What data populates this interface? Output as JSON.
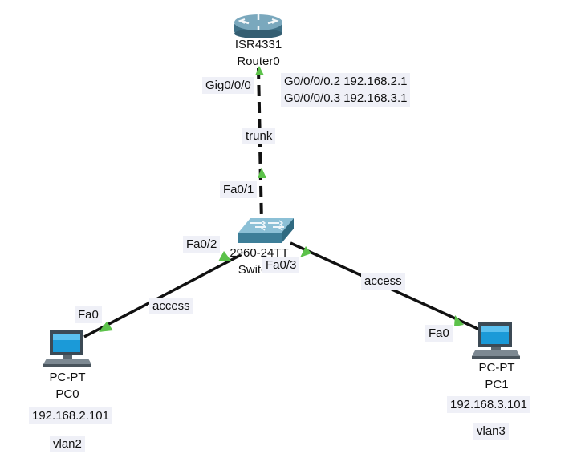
{
  "router": {
    "model": "ISR4331",
    "name": "Router0",
    "port": "Gig0/0/0",
    "subifs": [
      "G0/0/0/0.2 192.168.2.1",
      "G0/0/0/0.3 192.168.3.1"
    ]
  },
  "switch": {
    "model": "2960-24TT",
    "name": "Switch0",
    "port_up": "Fa0/1",
    "port_left": "Fa0/2",
    "port_right": "Fa0/3"
  },
  "pc0": {
    "model": "PC-PT",
    "name": "PC0",
    "port": "Fa0",
    "ip": "192.168.2.101",
    "vlan": "vlan2"
  },
  "pc1": {
    "model": "PC-PT",
    "name": "PC1",
    "port": "Fa0",
    "ip": "192.168.3.101",
    "vlan": "vlan3"
  },
  "links": {
    "trunk": "trunk",
    "access_left": "access",
    "access_right": "access"
  },
  "colors": {
    "link": "#111111",
    "port_up": "#5cc24a",
    "router": "#5d8fa5",
    "switch": "#4f95b0",
    "label_bg": "#eff0f7"
  }
}
